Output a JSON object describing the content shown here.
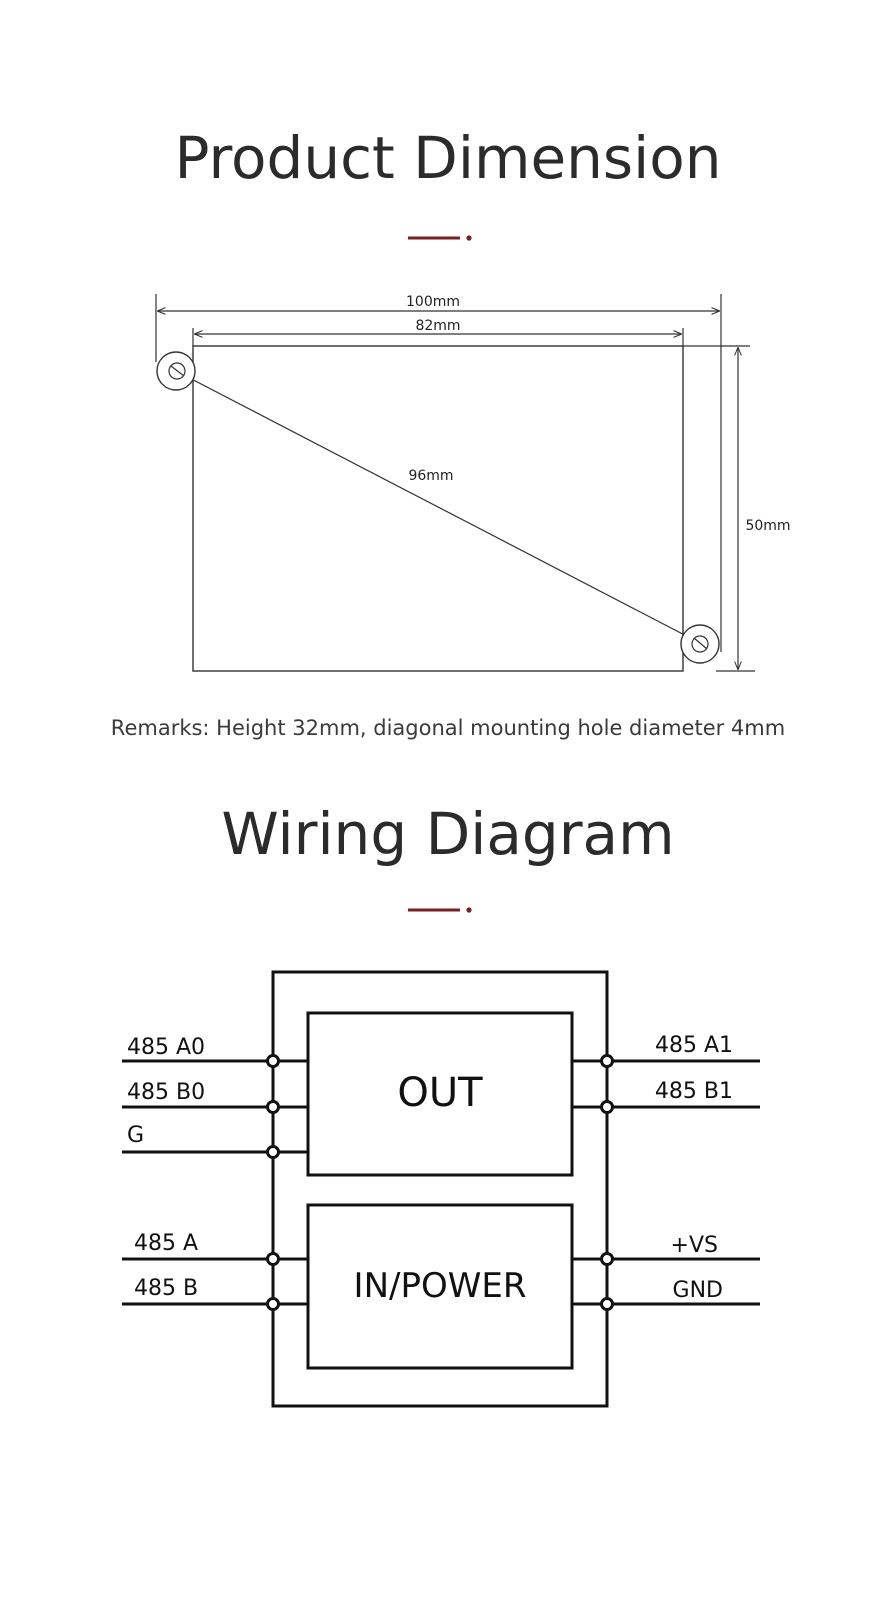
{
  "colors": {
    "accent": "#7a1d25",
    "text": "#2b2b2b",
    "line": "#111111"
  },
  "dimension_section": {
    "title": "Product Dimension",
    "width_outer": "100mm",
    "width_inner": "82mm",
    "diagonal": "96mm",
    "height": "50mm",
    "remark": "Remarks: Height 32mm, diagonal mounting hole diameter 4mm"
  },
  "wiring_section": {
    "title": "Wiring Diagram",
    "out_block_label": "OUT",
    "in_block_label": "IN/POWER",
    "left_pins": [
      "485 A0",
      "485 B0",
      "G",
      "485 A",
      "485 B"
    ],
    "right_pins": [
      "485 A1",
      "485 B1",
      "+VS",
      "GND"
    ]
  }
}
